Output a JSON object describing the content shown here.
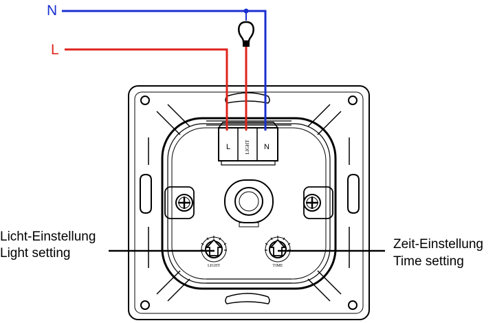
{
  "wires": {
    "neutral": {
      "label": "N",
      "color": "#1a2fd0"
    },
    "live": {
      "label": "L",
      "color": "#e0231c"
    }
  },
  "terminals": {
    "live": "L",
    "light": "LIGHT",
    "neutral": "N"
  },
  "dials": {
    "light": "LIGHT",
    "time": "TIME"
  },
  "callouts": {
    "left": {
      "line1": "Licht-Einstellung",
      "line2": "Light setting"
    },
    "right": {
      "line1": "Zeit-Einstellung",
      "line2": "Time setting"
    }
  }
}
